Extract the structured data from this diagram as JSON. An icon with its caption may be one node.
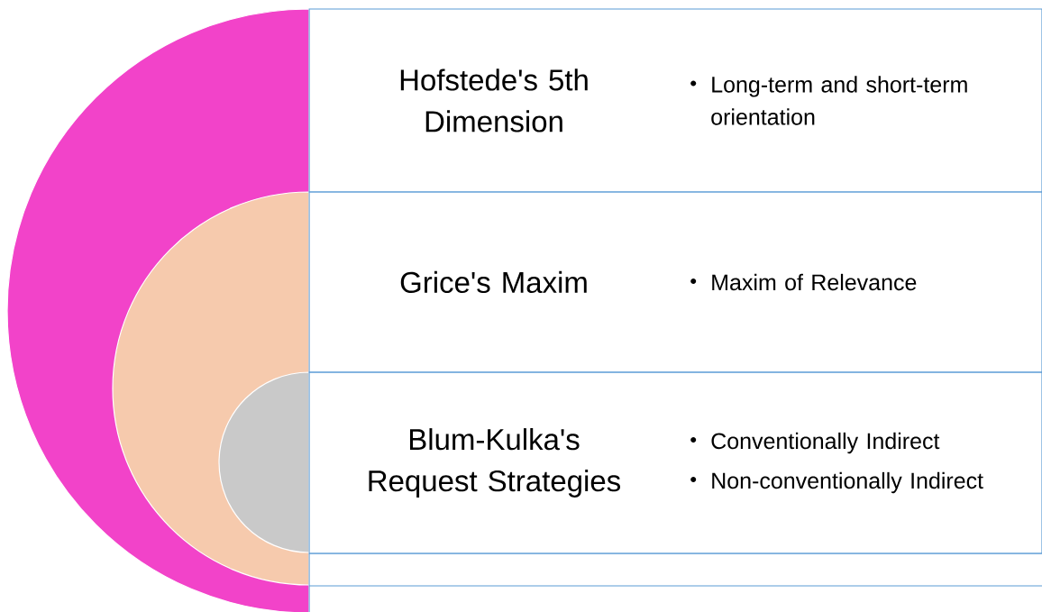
{
  "diagram": {
    "nodes": [
      {
        "text": [
          "Hofstede's 5th Dimension",
          "Long-term and short-term orientation"
        ]
      },
      {
        "text": [
          "Grice's Maxim",
          "Maxim of Relevance"
        ]
      },
      {
        "text": [
          "Blum-Kulka's Request Strategies",
          "Conventionally Indirect",
          "Non-conventionally Indirect"
        ]
      }
    ]
  }
}
